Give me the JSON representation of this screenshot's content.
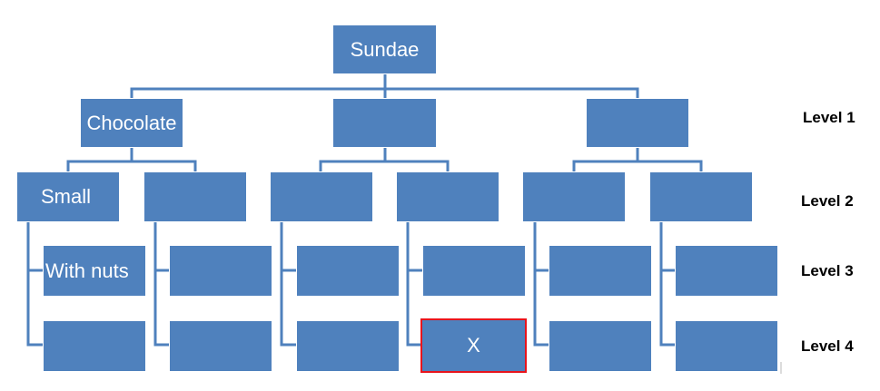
{
  "diagram": {
    "root": "Sundae",
    "level1": [
      "Chocolate",
      "",
      ""
    ],
    "level2": [
      "Small",
      "",
      "",
      "",
      "",
      ""
    ],
    "level3": [
      "With nuts",
      "",
      "",
      "",
      "",
      ""
    ],
    "level4": [
      "",
      "",
      "",
      "X",
      "",
      ""
    ],
    "selected": "X"
  },
  "level_labels": [
    "Level 1",
    "Level 2",
    "Level 3",
    "Level 4"
  ],
  "colors": {
    "box_fill": "#4f81bd",
    "connector": "#4f81bd",
    "selection_border": "#e8141c"
  }
}
